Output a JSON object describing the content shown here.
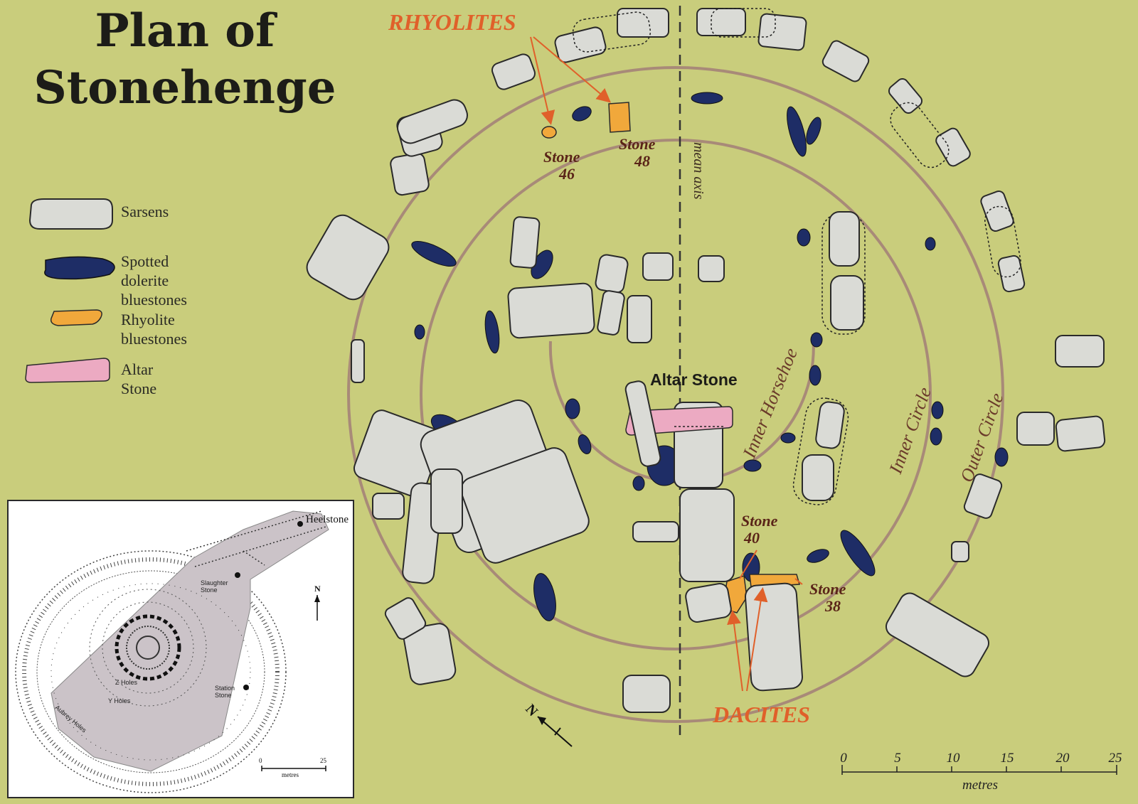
{
  "title": {
    "line1": "Plan of",
    "line2": "Stonehenge"
  },
  "legend": [
    {
      "label": "Sarsens",
      "swatch": "sarsen"
    },
    {
      "label": "Spotted dolerite\n bluestones",
      "swatch": "dolerite"
    },
    {
      "label": "Rhyolite bluestones",
      "swatch": "rhyolite"
    },
    {
      "label": "Altar Stone",
      "swatch": "altar"
    }
  ],
  "colors": {
    "background": "#c9cd7c",
    "sarsen": "#dadbd6",
    "dolerite": "#1e2d66",
    "rhyolite": "#f1a83b",
    "altar": "#ecaac2",
    "circle_line": "#a88a78",
    "label_orange": "#e0602a",
    "label_brown": "#5a2418"
  },
  "labels": {
    "rhyolites": "RHYOLITES",
    "dacites": "DACITES",
    "altar_stone": "Altar Stone",
    "mean_axis": "mean axis",
    "inner_horseshoe": "Inner Horsehoe",
    "inner_circle": "Inner Circle",
    "outer_circle": "Outer Circle",
    "stone46_a": "Stone",
    "stone46_b": "46",
    "stone48_a": "Stone",
    "stone48_b": "48",
    "stone40_a": "Stone",
    "stone40_b": "40",
    "stone38_a": "Stone",
    "stone38_b": "38",
    "north": "N"
  },
  "scale_bar": {
    "ticks": [
      "0",
      "5",
      "10",
      "15",
      "20",
      "25"
    ],
    "unit": "metres"
  },
  "inset": {
    "heelstone": "Heelstone",
    "slaughter_stone": "Slaughter\nStone",
    "station_stone": "Station\nStone",
    "z_holes": "Z Holes",
    "y_holes": "Y Holes",
    "aubrey_holes": "Aubrey Holes",
    "north": "N",
    "scale_ticks": [
      "0",
      "25"
    ],
    "scale_unit": "metres"
  }
}
